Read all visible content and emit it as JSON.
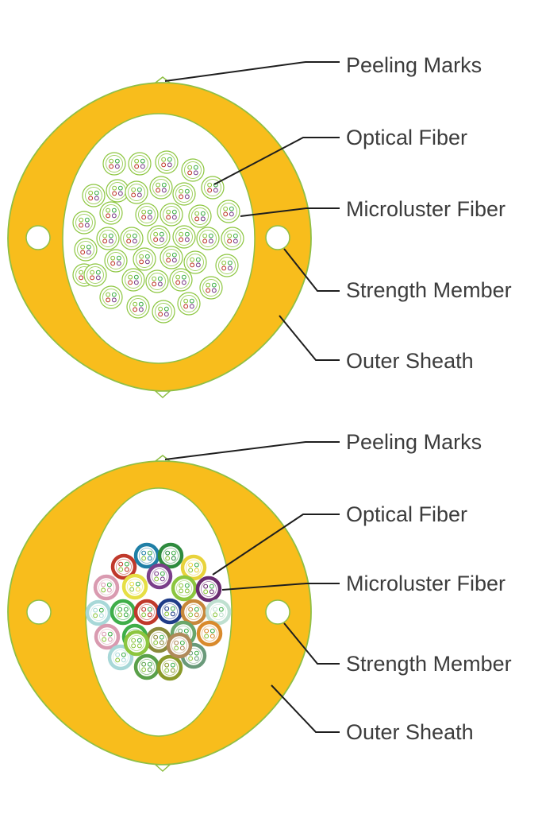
{
  "colors": {
    "sheath": "#f8bd1c",
    "sheath_outline": "#8fbf45",
    "inner_bg": "#ffffff",
    "leader_line": "#1e1e1e",
    "label_text": "#3c3c3c",
    "bundle_light_green": "#8cc63f",
    "bundle_cores": [
      "#8cc63f",
      "#3fae49",
      "#c0392b",
      "#7b3f8a",
      "#2f6fae"
    ]
  },
  "diagrams": [
    {
      "id": "cable-top",
      "labels": {
        "peeling_marks": "Peeling Marks",
        "optical_fiber": "Optical Fiber",
        "microcluster_fiber": "Microluster Fiber",
        "strength_member": "Strength Member",
        "outer_sheath": "Outer Sheath"
      },
      "bundle_style": "uniform-green"
    },
    {
      "id": "cable-bottom",
      "labels": {
        "peeling_marks": "Peeling Marks",
        "optical_fiber": "Optical Fiber",
        "microcluster_fiber": "Microluster Fiber",
        "strength_member": "Strength Member",
        "outer_sheath": "Outer Sheath"
      },
      "bundle_style": "color-coded",
      "bundle_colors": [
        "#c0392b",
        "#1f7fa6",
        "#2e8b3e",
        "#e8d33b",
        "#d99ab0",
        "#e6df45",
        "#7b3f8a",
        "#8cc63f",
        "#6a2c70",
        "#a8d8d8",
        "#3fae49",
        "#c0392b",
        "#1f3c88",
        "#c8883a",
        "#bfe0d0",
        "#d99ab0",
        "#3fae49",
        "#8a8a3a",
        "#6aa66a",
        "#d98a2c",
        "#a8d8d8",
        "#5aa04a",
        "#8a9a2a",
        "#6a9a7a",
        "#8cc63f",
        "#b08a5a"
      ]
    }
  ]
}
